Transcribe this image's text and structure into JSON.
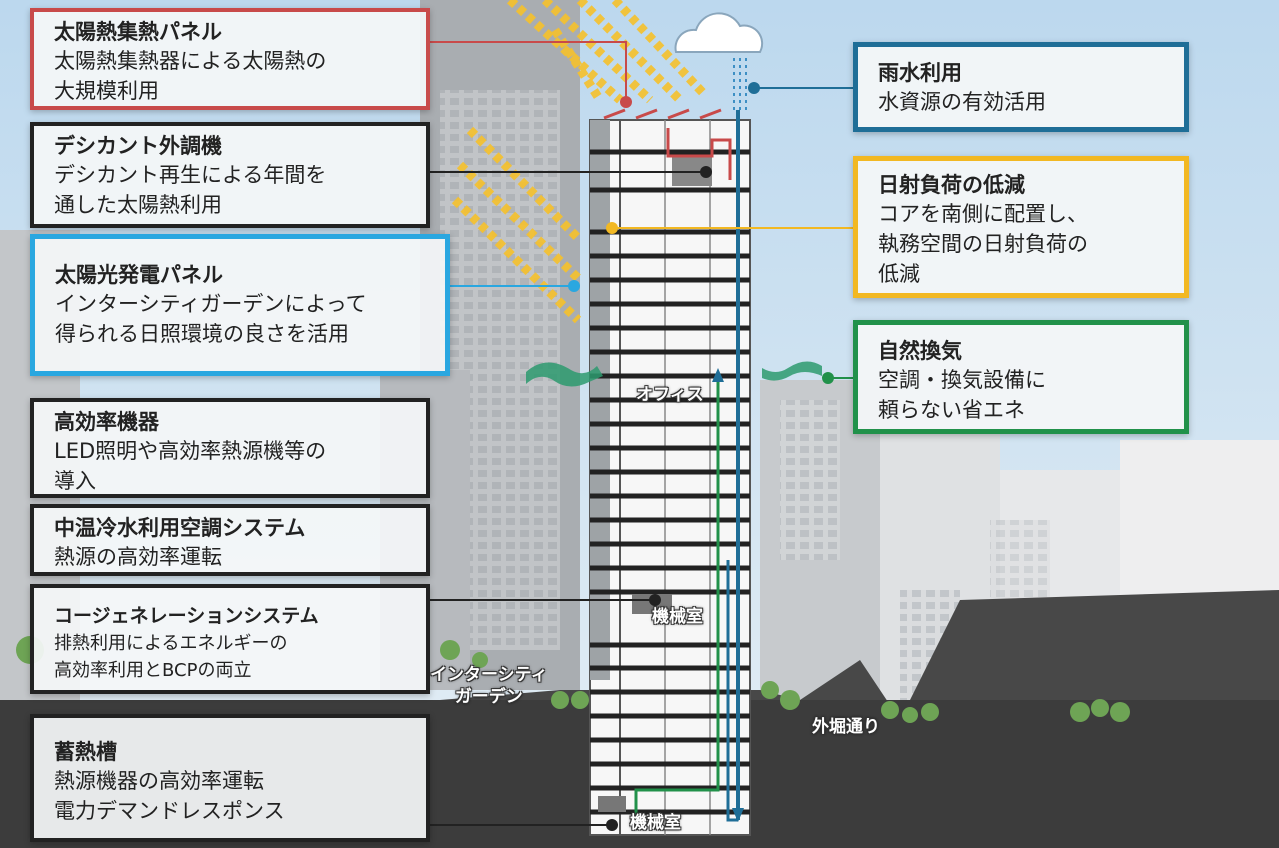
{
  "colors": {
    "red": "#c84a4a",
    "dark": "#222222",
    "cyan": "#2aa7e0",
    "navy": "#1f6e97",
    "yellow": "#f2b822",
    "green": "#21914a"
  },
  "features": {
    "solar_thermal": {
      "title": "太陽熱集熱パネル",
      "lines": [
        "太陽熱集熱器による太陽熱の",
        "大規模利用"
      ]
    },
    "desiccant": {
      "title": "デシカント外調機",
      "lines": [
        "デシカント再生による年間を",
        "通した太陽熱利用"
      ]
    },
    "solar_pv": {
      "title": "太陽光発電パネル",
      "lines": [
        "インターシティガーデンによって",
        "得られる日照環境の良さを活用"
      ]
    },
    "high_efficiency": {
      "title": "高効率機器",
      "lines": [
        "LED照明や高効率熱源機等の",
        "導入"
      ]
    },
    "medium_temp": {
      "title": "中温冷水利用空調システム",
      "lines": [
        "熱源の高効率運転"
      ]
    },
    "cogeneration": {
      "title": "コージェネレーションシステム",
      "lines": [
        "排熱利用によるエネルギーの",
        "高効率利用とBCPの両立"
      ]
    },
    "thermal_storage": {
      "title": "蓄熱槽",
      "lines": [
        "熱源機器の高効率運転",
        "電力デマンドレスポンス"
      ]
    },
    "rainwater": {
      "title": "雨水利用",
      "lines": [
        "水資源の有効活用"
      ]
    },
    "solar_load": {
      "title": "日射負荷の低減",
      "lines": [
        "コアを南側に配置し、",
        "執務空間の日射負荷の",
        "低減"
      ]
    },
    "natural_vent": {
      "title": "自然換気",
      "lines": [
        "空調・換気設備に",
        "頼らない省エネ"
      ]
    }
  },
  "labels": {
    "office": "オフィス",
    "machine_room_mid": "機械室",
    "machine_room_bottom": "機械室",
    "garden_line1": "インターシティ",
    "garden_line2": "ガーデン",
    "street": "外堀通り"
  }
}
